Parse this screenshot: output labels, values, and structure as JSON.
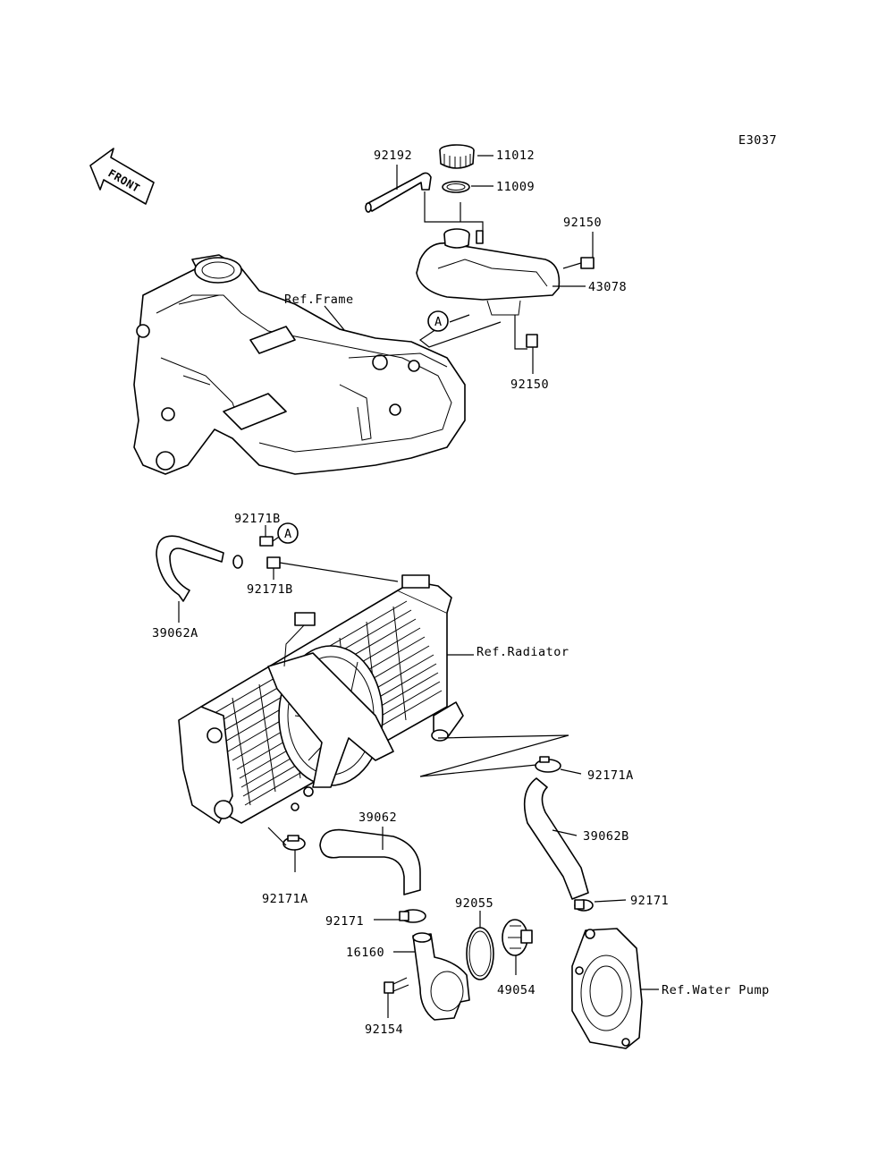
{
  "diagram_code": "E3037",
  "front_label": "FRONT",
  "labels": {
    "p92192": "92192",
    "p11012": "11012",
    "p11009": "11009",
    "p92150_top": "92150",
    "p43078": "43078",
    "ref_frame": "Ref.Frame",
    "callout_a1": "A",
    "p92150_bot": "92150",
    "p92171B_top": "92171B",
    "callout_a2": "A",
    "p92171B_bot": "92171B",
    "p39062A": "39062A",
    "ref_radiator": "Ref.Radiator",
    "p92171A_right": "92171A",
    "p39062": "39062",
    "p39062B": "39062B",
    "p92171A_left": "92171A",
    "p92055": "92055",
    "p92171_mid": "92171",
    "p92171_right": "92171",
    "p16160": "16160",
    "p49054": "49054",
    "ref_water_pump": "Ref.Water Pump",
    "p92154": "92154"
  }
}
